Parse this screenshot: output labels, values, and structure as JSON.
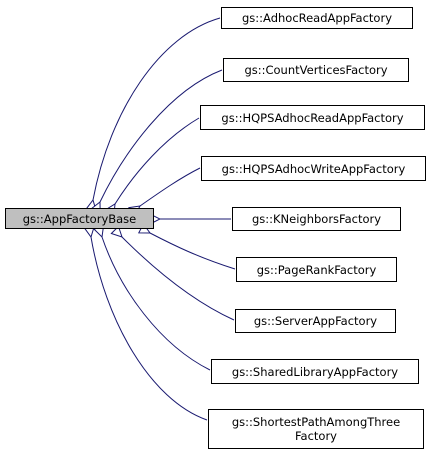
{
  "diagram": {
    "base_class": "gs::AppFactoryBase",
    "derived_classes": [
      {
        "id": "adhoc-read",
        "lines": [
          "gs::AdhocReadAppFactory"
        ]
      },
      {
        "id": "count-vertices",
        "lines": [
          "gs::CountVerticesFactory"
        ]
      },
      {
        "id": "hqps-adhoc-read",
        "lines": [
          "gs::HQPSAdhocReadAppFactory"
        ]
      },
      {
        "id": "hqps-adhoc-write",
        "lines": [
          "gs::HQPSAdhocWriteAppFactory"
        ]
      },
      {
        "id": "k-neighbors",
        "lines": [
          "gs::KNeighborsFactory"
        ]
      },
      {
        "id": "page-rank",
        "lines": [
          "gs::PageRankFactory"
        ]
      },
      {
        "id": "server-app",
        "lines": [
          "gs::ServerAppFactory"
        ]
      },
      {
        "id": "shared-library",
        "lines": [
          "gs::SharedLibraryAppFactory"
        ]
      },
      {
        "id": "shortest-path",
        "lines": [
          "gs::ShortestPathAmongThree",
          "Factory"
        ]
      }
    ],
    "colors": {
      "edge": "#191970",
      "node_border": "#000000",
      "base_fill": "#bfbfbf",
      "node_fill": "#ffffff"
    }
  }
}
